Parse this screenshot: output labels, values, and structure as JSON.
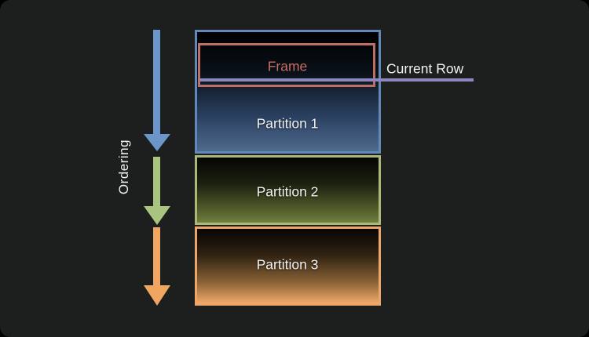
{
  "diagram": {
    "ordering": {
      "label": "Ordering"
    },
    "frame": {
      "label": "Frame",
      "current_row_label": "Current Row"
    },
    "partitions": [
      {
        "label": "Partition 1",
        "border_color": "#6089ba",
        "gradient_bottom": "#4f6a8d"
      },
      {
        "label": "Partition 2",
        "border_color": "#aab976",
        "gradient_bottom": "#707e40"
      },
      {
        "label": "Partition 3",
        "border_color": "#efa567",
        "gradient_bottom": "#f0a96a"
      }
    ],
    "arrows": [
      {
        "name": "ordering-arrow-1",
        "color": "#6c96c9"
      },
      {
        "name": "ordering-arrow-2",
        "color": "#a9c47e"
      },
      {
        "name": "ordering-arrow-3",
        "color": "#f0a661"
      }
    ],
    "colors": {
      "outer_background": "#000000",
      "panel_background": "#1d1e1e",
      "frame_border": "#bd6f63",
      "frame_text": "#c76e62",
      "current_row_line": "#8e87bf",
      "text": "#f2f2f2",
      "gradient_top": "#000000"
    }
  }
}
